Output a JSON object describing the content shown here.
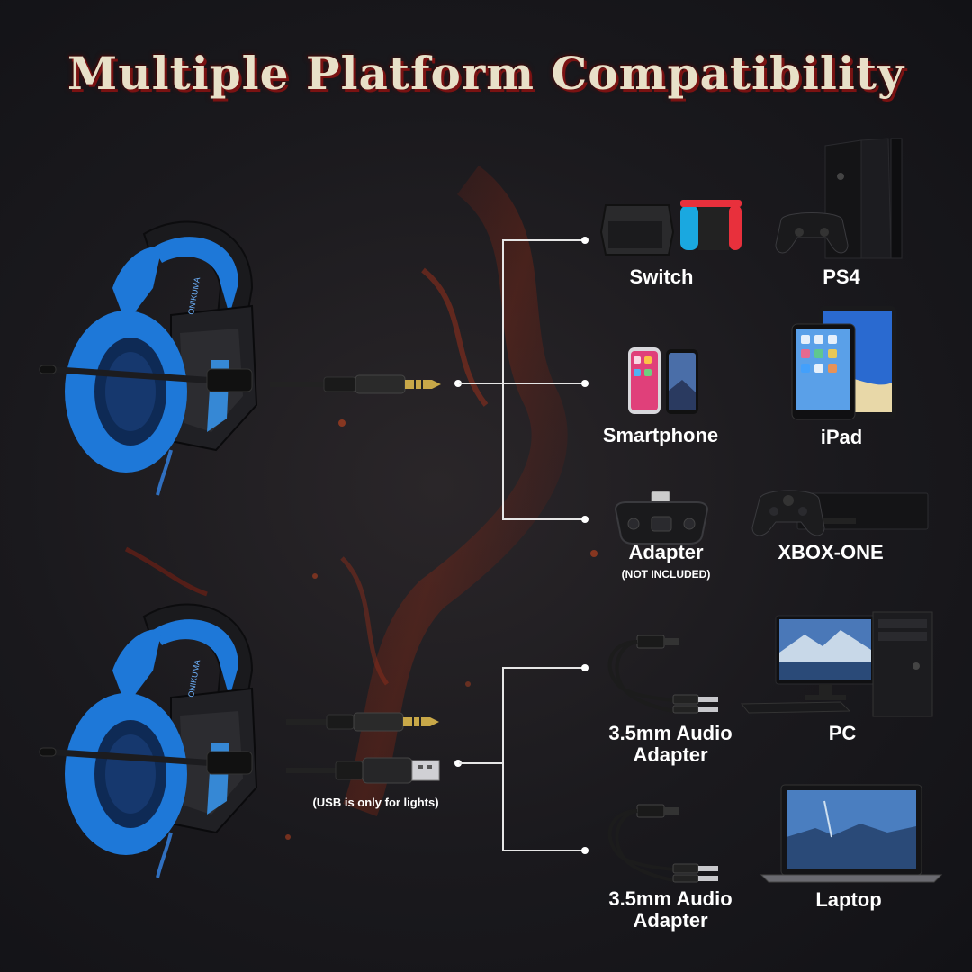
{
  "title": "Multiple Platform Compatibility",
  "headset_brand": "ONIKUMA",
  "colors": {
    "accent_blue": "#1e78d8",
    "background": "#1a191d",
    "title_shadow": "#7a1212"
  },
  "top_group": {
    "devices": [
      {
        "label": "Switch",
        "icon": "nintendo-switch-icon"
      },
      {
        "label": "PS4",
        "icon": "ps4-console-icon"
      },
      {
        "label": "Smartphone",
        "icon": "smartphone-icon"
      },
      {
        "label": "iPad",
        "icon": "ipad-icon"
      },
      {
        "label": "Adapter",
        "note": "(NOT INCLUDED)",
        "icon": "xbox-adapter-icon"
      },
      {
        "label": "XBOX-ONE",
        "icon": "xbox-one-icon"
      }
    ]
  },
  "bottom_group": {
    "usb_note": "(USB is only for lights)",
    "devices": [
      {
        "label_line1": "3.5mm Audio",
        "label_line2": "Adapter",
        "icon": "audio-splitter-icon"
      },
      {
        "label": "PC",
        "icon": "desktop-pc-icon"
      },
      {
        "label_line1": "3.5mm Audio",
        "label_line2": "Adapter",
        "icon": "audio-splitter-icon"
      },
      {
        "label": "Laptop",
        "icon": "laptop-icon"
      }
    ]
  }
}
